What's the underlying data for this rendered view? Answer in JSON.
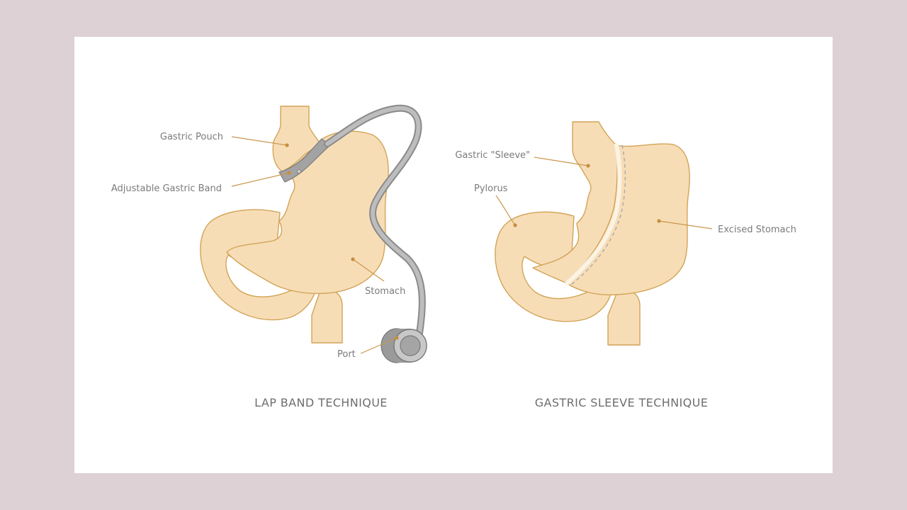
{
  "colors": {
    "background": "#ddd1d5",
    "panel": "#ffffff",
    "stomach_fill": "#f7ddb6",
    "stomach_outline": "#d2a457",
    "leader_line": "#c9974b",
    "device_gray": "#9e9e9e",
    "label_text": "#7b7b7b"
  },
  "lap_band": {
    "caption": "LAP BAND TECHNIQUE",
    "labels": {
      "gastric_pouch": "Gastric Pouch",
      "adjustable_band": "Adjustable Gastric Band",
      "stomach": "Stomach",
      "port": "Port"
    }
  },
  "gastric_sleeve": {
    "caption": "GASTRIC SLEEVE TECHNIQUE",
    "labels": {
      "gastric_sleeve": "Gastric \"Sleeve\"",
      "pylorus": "Pylorus",
      "excised_stomach": "Excised Stomach"
    }
  }
}
